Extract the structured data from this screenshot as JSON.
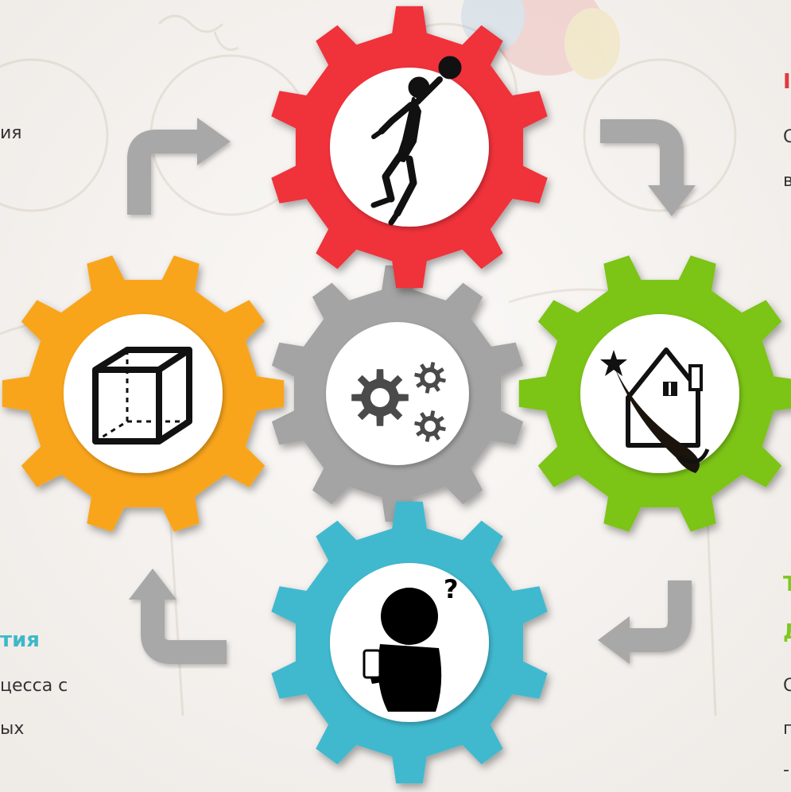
{
  "colors": {
    "red": "#f0303a",
    "green": "#7cc418",
    "orange": "#f9a51a",
    "blue": "#3fb9cf",
    "gray": "#a4a4a4",
    "arrow": "#a8a8a8",
    "icon": "#111111"
  },
  "gears": [
    {
      "id": "top",
      "color": "red",
      "icon": "jumping-ball-player-icon"
    },
    {
      "id": "right",
      "color": "green",
      "icon": "house-comet-icon"
    },
    {
      "id": "bottom",
      "color": "blue",
      "icon": "person-phone-question-icon"
    },
    {
      "id": "left",
      "color": "orange",
      "icon": "cube-icon"
    },
    {
      "id": "center",
      "color": "gray",
      "icon": "cogs-icon"
    }
  ],
  "right_top": {
    "heading": "I",
    "line1": "С",
    "line2": "в"
  },
  "left_top": {
    "line1": "ия"
  },
  "bottom_left": {
    "heading": "тия",
    "line1": "цесса с",
    "line2": "ых"
  },
  "bottom_right": {
    "heading1": "Т",
    "heading2": "Д",
    "line1": "С",
    "line2": "п",
    "line3": "-"
  }
}
